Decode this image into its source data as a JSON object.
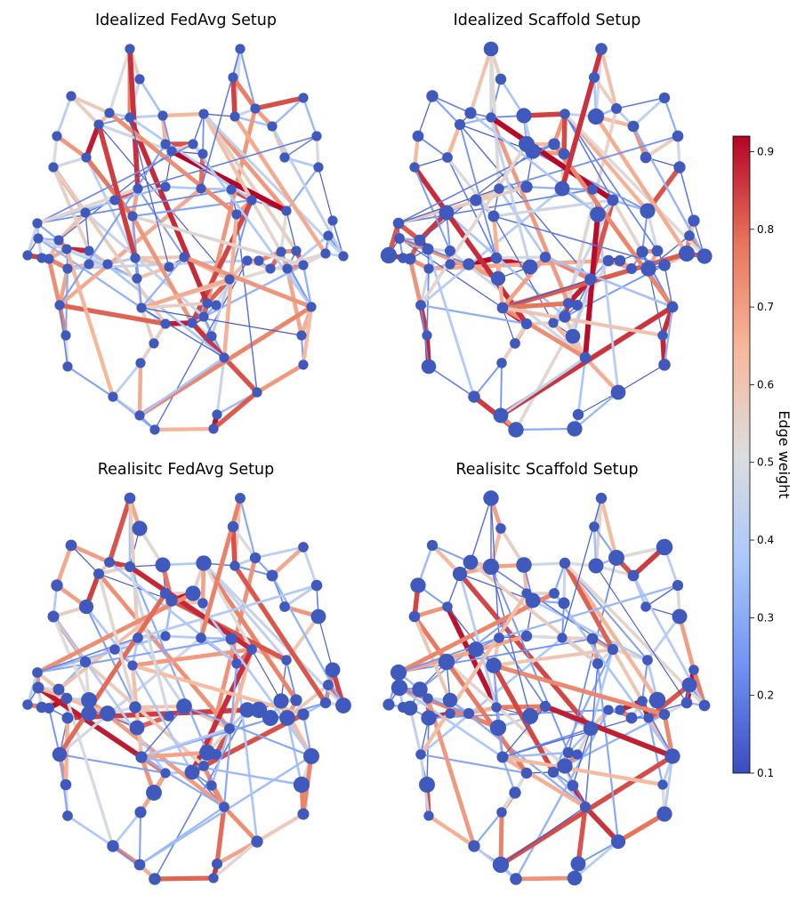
{
  "panels": [
    {
      "title": "Idealized FedAvg Setup",
      "variant": 0
    },
    {
      "title": "Idealized Scaffold Setup",
      "variant": 1
    },
    {
      "title": "Realisitc FedAvg Setup",
      "variant": 2
    },
    {
      "title": "Realisitc Scaffold Setup",
      "variant": 3
    }
  ],
  "colorbar": {
    "label": "Edge weight",
    "min": 0.1,
    "max": 0.92,
    "ticks": [
      "0.1",
      "0.2",
      "0.3",
      "0.4",
      "0.5",
      "0.6",
      "0.7",
      "0.8",
      "0.9"
    ],
    "colormap": "coolwarm",
    "colors": [
      "#3b4cc0",
      "#7092f3",
      "#aac7fd",
      "#dcdddd",
      "#f7b89c",
      "#e7745b",
      "#b40426"
    ]
  },
  "node_color": "#3f59bd"
}
